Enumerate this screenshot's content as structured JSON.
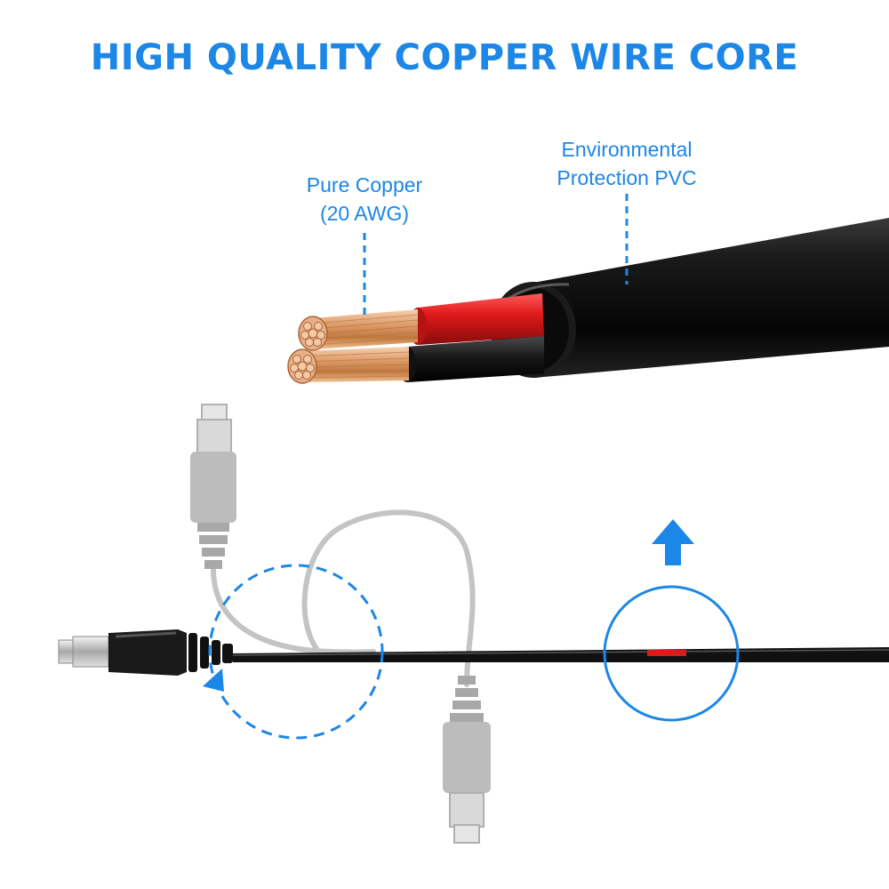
{
  "headline": "HIGH QUALITY COPPER WIRE CORE",
  "callouts": {
    "copper_line1": "Pure Copper",
    "copper_line2": "(20 AWG)",
    "pvc_line1": "Environmental",
    "pvc_line2": "Protection PVC"
  },
  "colors": {
    "accent_blue": "#1c87e6",
    "cable_black": "#0d0d0d",
    "red_insulation": "#e01a1a",
    "copper": "#e0a070",
    "ghost_gray": "#b4b4b4"
  },
  "icons": {
    "arrow_up": "arrow-up-icon",
    "arrow_loop": "circular-arrow-icon"
  }
}
